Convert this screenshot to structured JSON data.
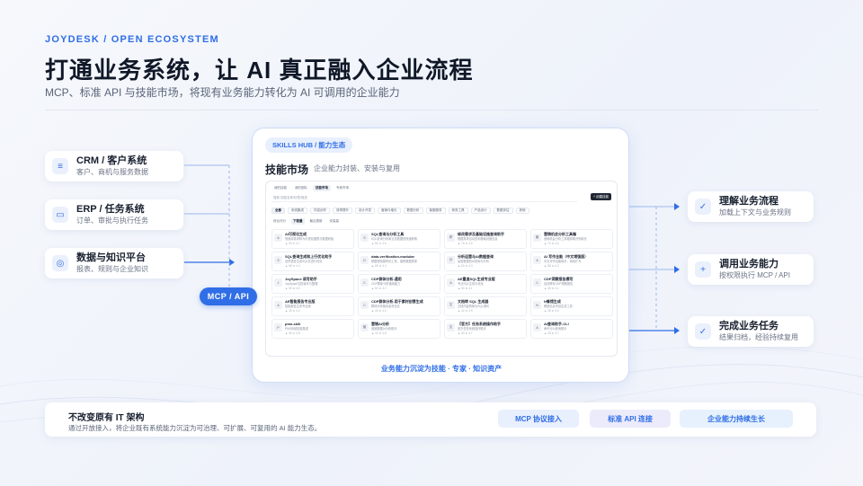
{
  "header": {
    "eyebrow": "JOYDESK  / OPEN ECOSYSTEM",
    "title": "打通业务系统，让 AI 真正融入企业流程",
    "subtitle": "MCP、标准 API 与技能市场，将现有业务能力转化为 AI 可调用的企业能力"
  },
  "left_cards": [
    {
      "title": "CRM / 客户系统",
      "desc": "客户、商机与服务数据",
      "icon": "list-icon"
    },
    {
      "title": "ERP / 任务系统",
      "desc": "订单、审批与执行任务",
      "icon": "box-icon"
    },
    {
      "title": "数据与知识平台",
      "desc": "报表、规则与企业知识",
      "icon": "database-icon"
    }
  ],
  "mcp_pill": "MCP / API",
  "right_cards": [
    {
      "title": "理解业务流程",
      "desc": "加载上下文与业务规则",
      "icon": "check-icon"
    },
    {
      "title": "调用业务能力",
      "desc": "按权限执行 MCP / API",
      "icon": "plus-icon"
    },
    {
      "title": "完成业务任务",
      "desc": "结果归档，经验持续复用",
      "icon": "check-icon"
    }
  ],
  "panel": {
    "tag": "SKILLS HUB / 能力生态",
    "title": "技能市场",
    "subtitle": "企业能力封装、安装与复用",
    "footer": "业务能力沉淀为技能 · 专家 · 知识资产"
  },
  "mock": {
    "tabs": [
      {
        "label": "我的技能",
        "on": false
      },
      {
        "label": "我的团队",
        "on": false
      },
      {
        "label": "技能市场",
        "on": true
      },
      {
        "label": "专家市场",
        "on": false
      }
    ],
    "search_placeholder": "搜索 技能名称/标签/描述",
    "create_label": "+ 创建技能",
    "chips": [
      {
        "label": "全部",
        "on": true
      },
      {
        "label": "系统集成",
        "on": false
      },
      {
        "label": "内容创作",
        "on": false
      },
      {
        "label": "效率提升",
        "on": false
      },
      {
        "label": "设计开发",
        "on": false
      },
      {
        "label": "营销与增长",
        "on": false
      },
      {
        "label": "数据分析",
        "on": false
      },
      {
        "label": "客服服务",
        "on": false
      },
      {
        "label": "商务工具",
        "on": false
      },
      {
        "label": "产品设计",
        "on": false
      },
      {
        "label": "数据评估",
        "on": false
      },
      {
        "label": "其他",
        "on": false
      }
    ],
    "sorts": [
      {
        "label": "综合评分",
        "on": false
      },
      {
        "label": "下载量",
        "on": true
      },
      {
        "label": "最近更新",
        "on": false
      },
      {
        "label": "安装量",
        "on": false
      }
    ],
    "skills": [
      {
        "av": "A",
        "name": "AI可视化生成",
        "desc": "快速将需求转为可视化图表与数据看板",
        "meta": "▲ 90  ★ 4.7"
      },
      {
        "av": "S",
        "name": "SQL查询与分析工具",
        "desc": "SQL查询分析和业务数据的快速获取",
        "meta": "▲ 80  ★ 4.6"
      },
      {
        "av": "修",
        "name": "修改需求及基础设施查询助手",
        "desc": "根据需求自动查询基础设施信息",
        "meta": "▲ 76  ★ 4.5"
      },
      {
        "av": "营",
        "name": "营销机会分析工具箱",
        "desc": "营销机会分析工具箱帮助识别增长",
        "meta": "▲ 70  ★ 4.5"
      },
      {
        "av": "S",
        "name": "SQL查询生成和上行优化助手",
        "desc": "自然语言生成SQL并进行优化",
        "meta": "▲ 68  ★ 4.4"
      },
      {
        "av": "D",
        "name": "data-verification-modular",
        "desc": "数据校验模块化工具，保障数据质量",
        "meta": "▲ 65  ★ 4.4"
      },
      {
        "av": "分",
        "name": "分析运营与AI数据查询",
        "desc": "运营数据的AI查询与分析",
        "meta": "▲ 60  ★ 4.3"
      },
      {
        "av": "A",
        "name": "AI 写作全能（中文增强版）",
        "desc": "中文写作全能助手，润色扩写",
        "meta": "▲ 58  ★ 4.3"
      },
      {
        "av": "J",
        "name": "JoySpace 读写助手",
        "desc": "JoySpace文档读写与整理",
        "meta": "▲ 55  ★ 4.2"
      },
      {
        "av": "C",
        "name": "CDP群体分析-通用",
        "desc": "CDP群体分析通用能力",
        "meta": "▲ 52  ★ 4.2"
      },
      {
        "av": "A",
        "name": "AE重追SQL生成专业版",
        "desc": "专业SQL生成与优化",
        "meta": "▲ 50  ★ 4.1"
      },
      {
        "av": "C",
        "name": "CDP洞察报告撰写",
        "desc": "自动撰写CDP洞察报告",
        "meta": "▲ 48  ★ 4.1"
      },
      {
        "av": "A",
        "name": "AE智能报告专业版",
        "desc": "智能报告生成专业版",
        "meta": "▲ 45  ★ 4.0"
      },
      {
        "av": "C",
        "name": "CDP群体分析-用于素材创意生成",
        "desc": "群体分析驱动素材创意",
        "meta": "▲ 43  ★ 4.0"
      },
      {
        "av": "文",
        "name": "文档转 SQL 生成器",
        "desc": "文档内容转换为SQL语句",
        "meta": "▲ 40  ★ 3.9"
      },
      {
        "av": "N",
        "name": "N餐馆生成",
        "desc": "餐馆信息内容生成工具",
        "meta": "▲ 38  ★ 3.9"
      },
      {
        "av": "P",
        "name": "pms-skill",
        "desc": "PMS系统技能集成",
        "meta": "▲ 35  ★ 3.8"
      },
      {
        "av": "营",
        "name": "营销AI分析",
        "desc": "营销数据AI分析助手",
        "meta": "▲ 33  ★ 3.8"
      },
      {
        "av": "文",
        "name": "【官方】任务系统操作助手",
        "desc": "官方任务系统操作助手",
        "meta": "▲ 30  ★ 3.7"
      },
      {
        "av": "A",
        "name": "AI查询助手-CLI",
        "desc": "命令行AI查询助手",
        "meta": "▲ 28  ★ 3.7"
      }
    ]
  },
  "bottom_bar": {
    "title": "不改变原有 IT 架构",
    "desc": "通过开放接入，将企业既有系统能力沉淀为可治理、可扩展、可复用的 AI 能力生态。",
    "pills": [
      {
        "label": "MCP 协议接入",
        "bg": "#e8effd"
      },
      {
        "label": "标准 API 连接",
        "bg": "#ecebfb"
      },
      {
        "label": "企业能力持续生长",
        "bg": "#e6f1fd"
      }
    ]
  },
  "colors": {
    "accent": "#2f6ee6",
    "text": "#18202f"
  }
}
